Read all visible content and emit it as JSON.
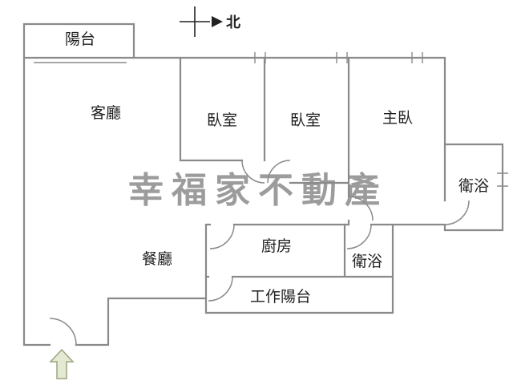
{
  "plan": {
    "watermark": "幸福家不動產",
    "north_label": "北",
    "rooms": {
      "balcony": "陽台",
      "living_room": "客廳",
      "bedroom_1": "臥室",
      "bedroom_2": "臥室",
      "master_bedroom": "主臥",
      "bathroom_right": "衛浴",
      "bathroom_middle": "衛浴",
      "dining_room": "餐廳",
      "kitchen": "廚房",
      "utility_balcony": "工作陽台"
    }
  },
  "colors": {
    "background": "#ffffff",
    "wall": "#8a8a8a",
    "label": "#1f1f1f",
    "watermark": "#9c9c9c",
    "north": "#222222",
    "entry-arrow-fill": "#e3e9d2",
    "entry-arrow-stroke": "#9aa57e"
  }
}
